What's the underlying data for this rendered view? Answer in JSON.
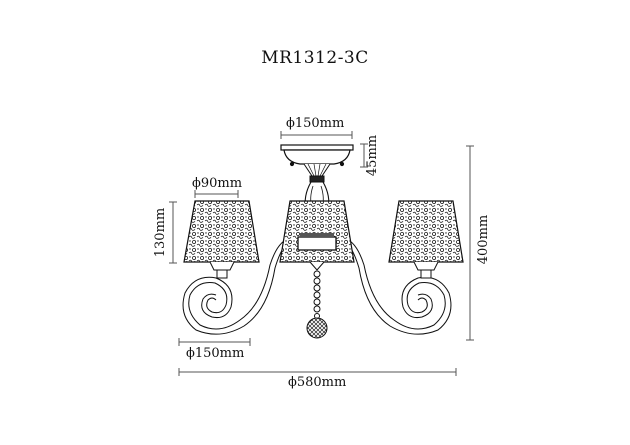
{
  "diagram": {
    "title": "MR1312-3C",
    "type": "product dimension drawing",
    "subject": "3-arm chandelier with patterned lamp shades and crystal pendant",
    "dimensions": {
      "canopy_diameter": "ϕ150mm",
      "canopy_height": "45mm",
      "shade_diameter": "ϕ90mm",
      "shade_height": "130mm",
      "arm_scroll_width": "ϕ150mm",
      "total_height": "400mm",
      "total_diameter": "ϕ580mm"
    }
  }
}
